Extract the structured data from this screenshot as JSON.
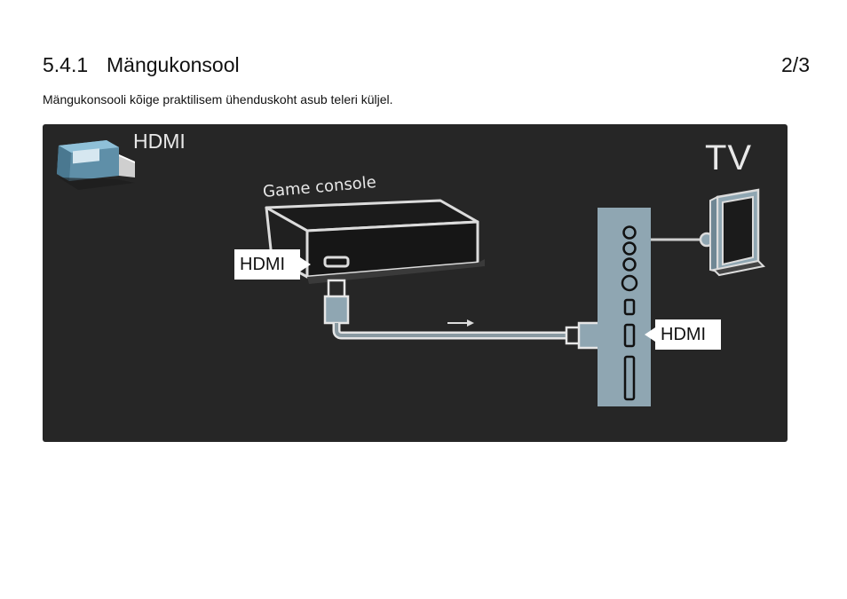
{
  "header": {
    "section_number": "5.4.1",
    "section_title": "Mängukonsool",
    "page_indicator": "2/3"
  },
  "intro_text": "Mängukonsooli kõige praktilisem ühenduskoht asub teleri küljel.",
  "diagram": {
    "connector_label": "HDMI",
    "console_label": "Game console",
    "console_port_label": "HDMI",
    "tv_label": "TV",
    "tv_port_label": "HDMI",
    "icons": [
      "hdmi-plug-icon",
      "game-console-icon",
      "tv-side-panel-icon",
      "tv-icon",
      "arrow-right-icon"
    ],
    "colors": {
      "background": "#262626",
      "panel": "#8fa6b2",
      "cable": "#9aa7ad"
    }
  }
}
